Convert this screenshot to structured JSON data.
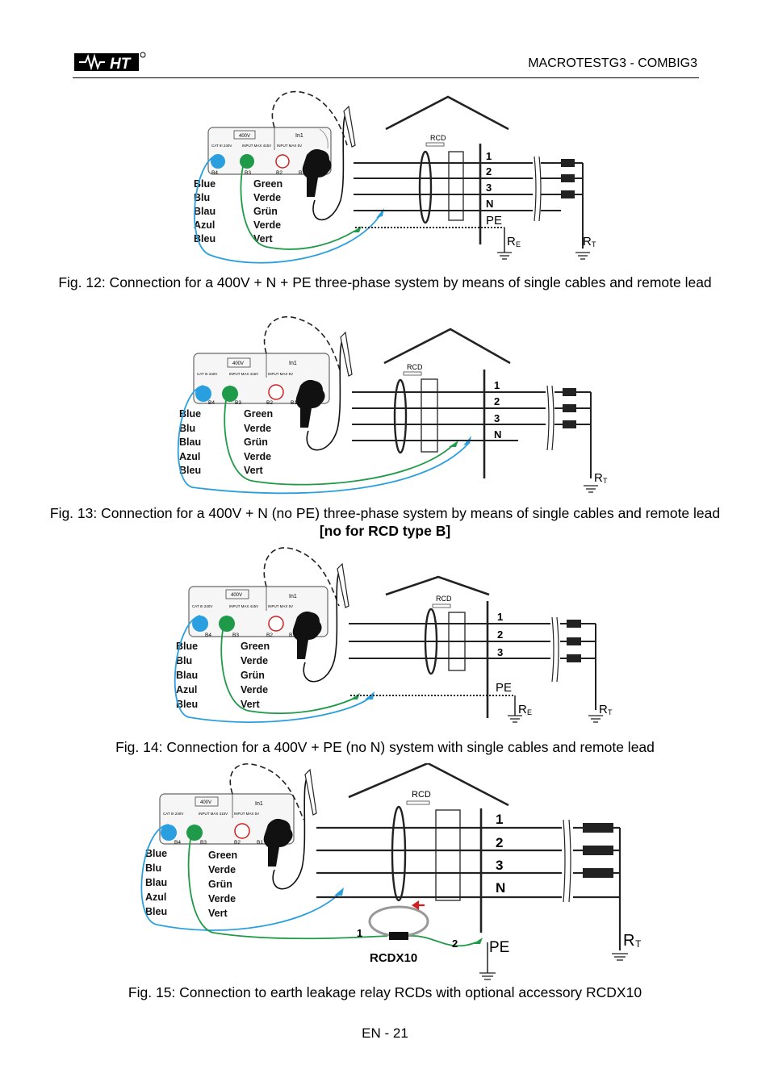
{
  "header": {
    "logo_text": "HT",
    "doc_title": "MACROTESTG3 - COMBIG3"
  },
  "meter": {
    "warn": "400V",
    "in1": "In1",
    "cat": "CAT III 240V",
    "input_max": "INPUT MAX 415V",
    "input_max2": "INPUT MAX 5V",
    "terminals": [
      "B4",
      "B3",
      "B2",
      "B1"
    ],
    "blue_words": [
      "Blue",
      "Blu",
      "Blau",
      "Azul",
      "Bleu"
    ],
    "green_words": [
      "Green",
      "Verde",
      "Grün",
      "Verde",
      "Vert"
    ]
  },
  "diagram_labels": {
    "rcd": "RCD",
    "pe": "PE",
    "re": "R",
    "re_sub": "E",
    "rt": "R",
    "rt_sub": "T",
    "rcdx10": "RCDX10",
    "lead1": "1",
    "lead2": "2"
  },
  "figures": [
    {
      "lines": [
        "1",
        "2",
        "3",
        "N"
      ],
      "caption": "Fig. 12: Connection for a 400V + N + PE three-phase system by means of single cables and remote lead",
      "caption_bold": ""
    },
    {
      "lines": [
        "1",
        "2",
        "3",
        "N"
      ],
      "caption": "Fig. 13: Connection for a 400V + N (no PE) three-phase system by means of single cables and remote lead ",
      "caption_bold": "[no for RCD type B]"
    },
    {
      "lines": [
        "1",
        "2",
        "3"
      ],
      "caption": "Fig. 14: Connection for a 400V + PE (no N) system with single cables and remote lead",
      "caption_bold": ""
    },
    {
      "lines": [
        "1",
        "2",
        "3",
        "N"
      ],
      "caption": "Fig. 15: Connection to earth leakage relay RCDs with optional accessory RCDX10",
      "caption_bold": ""
    }
  ],
  "footer": {
    "page_number": "EN - 21"
  }
}
